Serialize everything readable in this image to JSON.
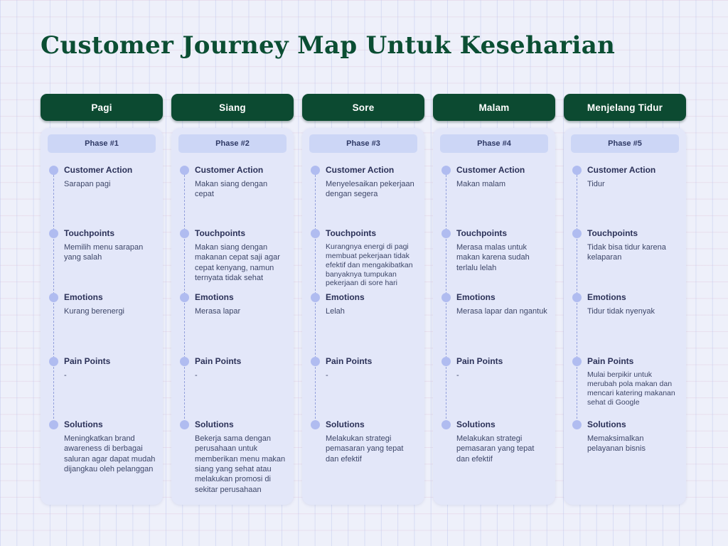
{
  "page": {
    "title": "Customer Journey Map Untuk Keseharian"
  },
  "colors": {
    "accent_green": "#0c4a31",
    "title_green": "#0b4e33",
    "card_bg": "#e3e7f9",
    "badge_bg": "#ccd6f6",
    "dot": "#b0bcf0",
    "heading_text": "#2b3158",
    "body_text": "#3d4668"
  },
  "icons": {
    "bullet": "timeline-dot"
  },
  "section_labels": [
    "Customer Action",
    "Touchpoints",
    "Emotions",
    "Pain Points",
    "Solutions"
  ],
  "columns": [
    {
      "header": "Pagi",
      "phase": "Phase #1",
      "items": [
        "Sarapan pagi",
        "Memilih menu sarapan yang salah",
        "Kurang berenergi",
        "-",
        "Meningkatkan brand awareness di berbagai saluran agar dapat mudah dijangkau oleh pelanggan"
      ]
    },
    {
      "header": "Siang",
      "phase": "Phase #2",
      "items": [
        "Makan siang dengan cepat",
        "Makan siang dengan makanan cepat saji agar cepat kenyang, namun ternyata tidak sehat",
        "Merasa lapar",
        "-",
        "Bekerja sama dengan perusahaan untuk memberikan menu makan siang yang sehat atau melakukan promosi di sekitar perusahaan"
      ]
    },
    {
      "header": "Sore",
      "phase": "Phase #3",
      "items": [
        "Menyelesaikan pekerjaan dengan segera",
        "Kurangnya energi di pagi membuat pekerjaan tidak efektif dan mengakibatkan banyaknya tumpukan pekerjaan di sore hari",
        "Lelah",
        "-",
        "Melakukan strategi pemasaran yang tepat dan efektif"
      ]
    },
    {
      "header": "Malam",
      "phase": "Phase #4",
      "items": [
        "Makan malam",
        "Merasa malas untuk makan karena sudah terlalu lelah",
        "Merasa lapar dan ngantuk",
        "-",
        "Melakukan strategi pemasaran yang tepat dan efektif"
      ]
    },
    {
      "header": "Menjelang Tidur",
      "phase": "Phase #5",
      "items": [
        "Tidur",
        "Tidak bisa tidur karena kelaparan",
        "Tidur tidak nyenyak",
        "Mulai berpikir untuk merubah pola makan dan mencari katering makanan sehat di Google",
        "Memaksimalkan pelayanan bisnis"
      ]
    }
  ]
}
